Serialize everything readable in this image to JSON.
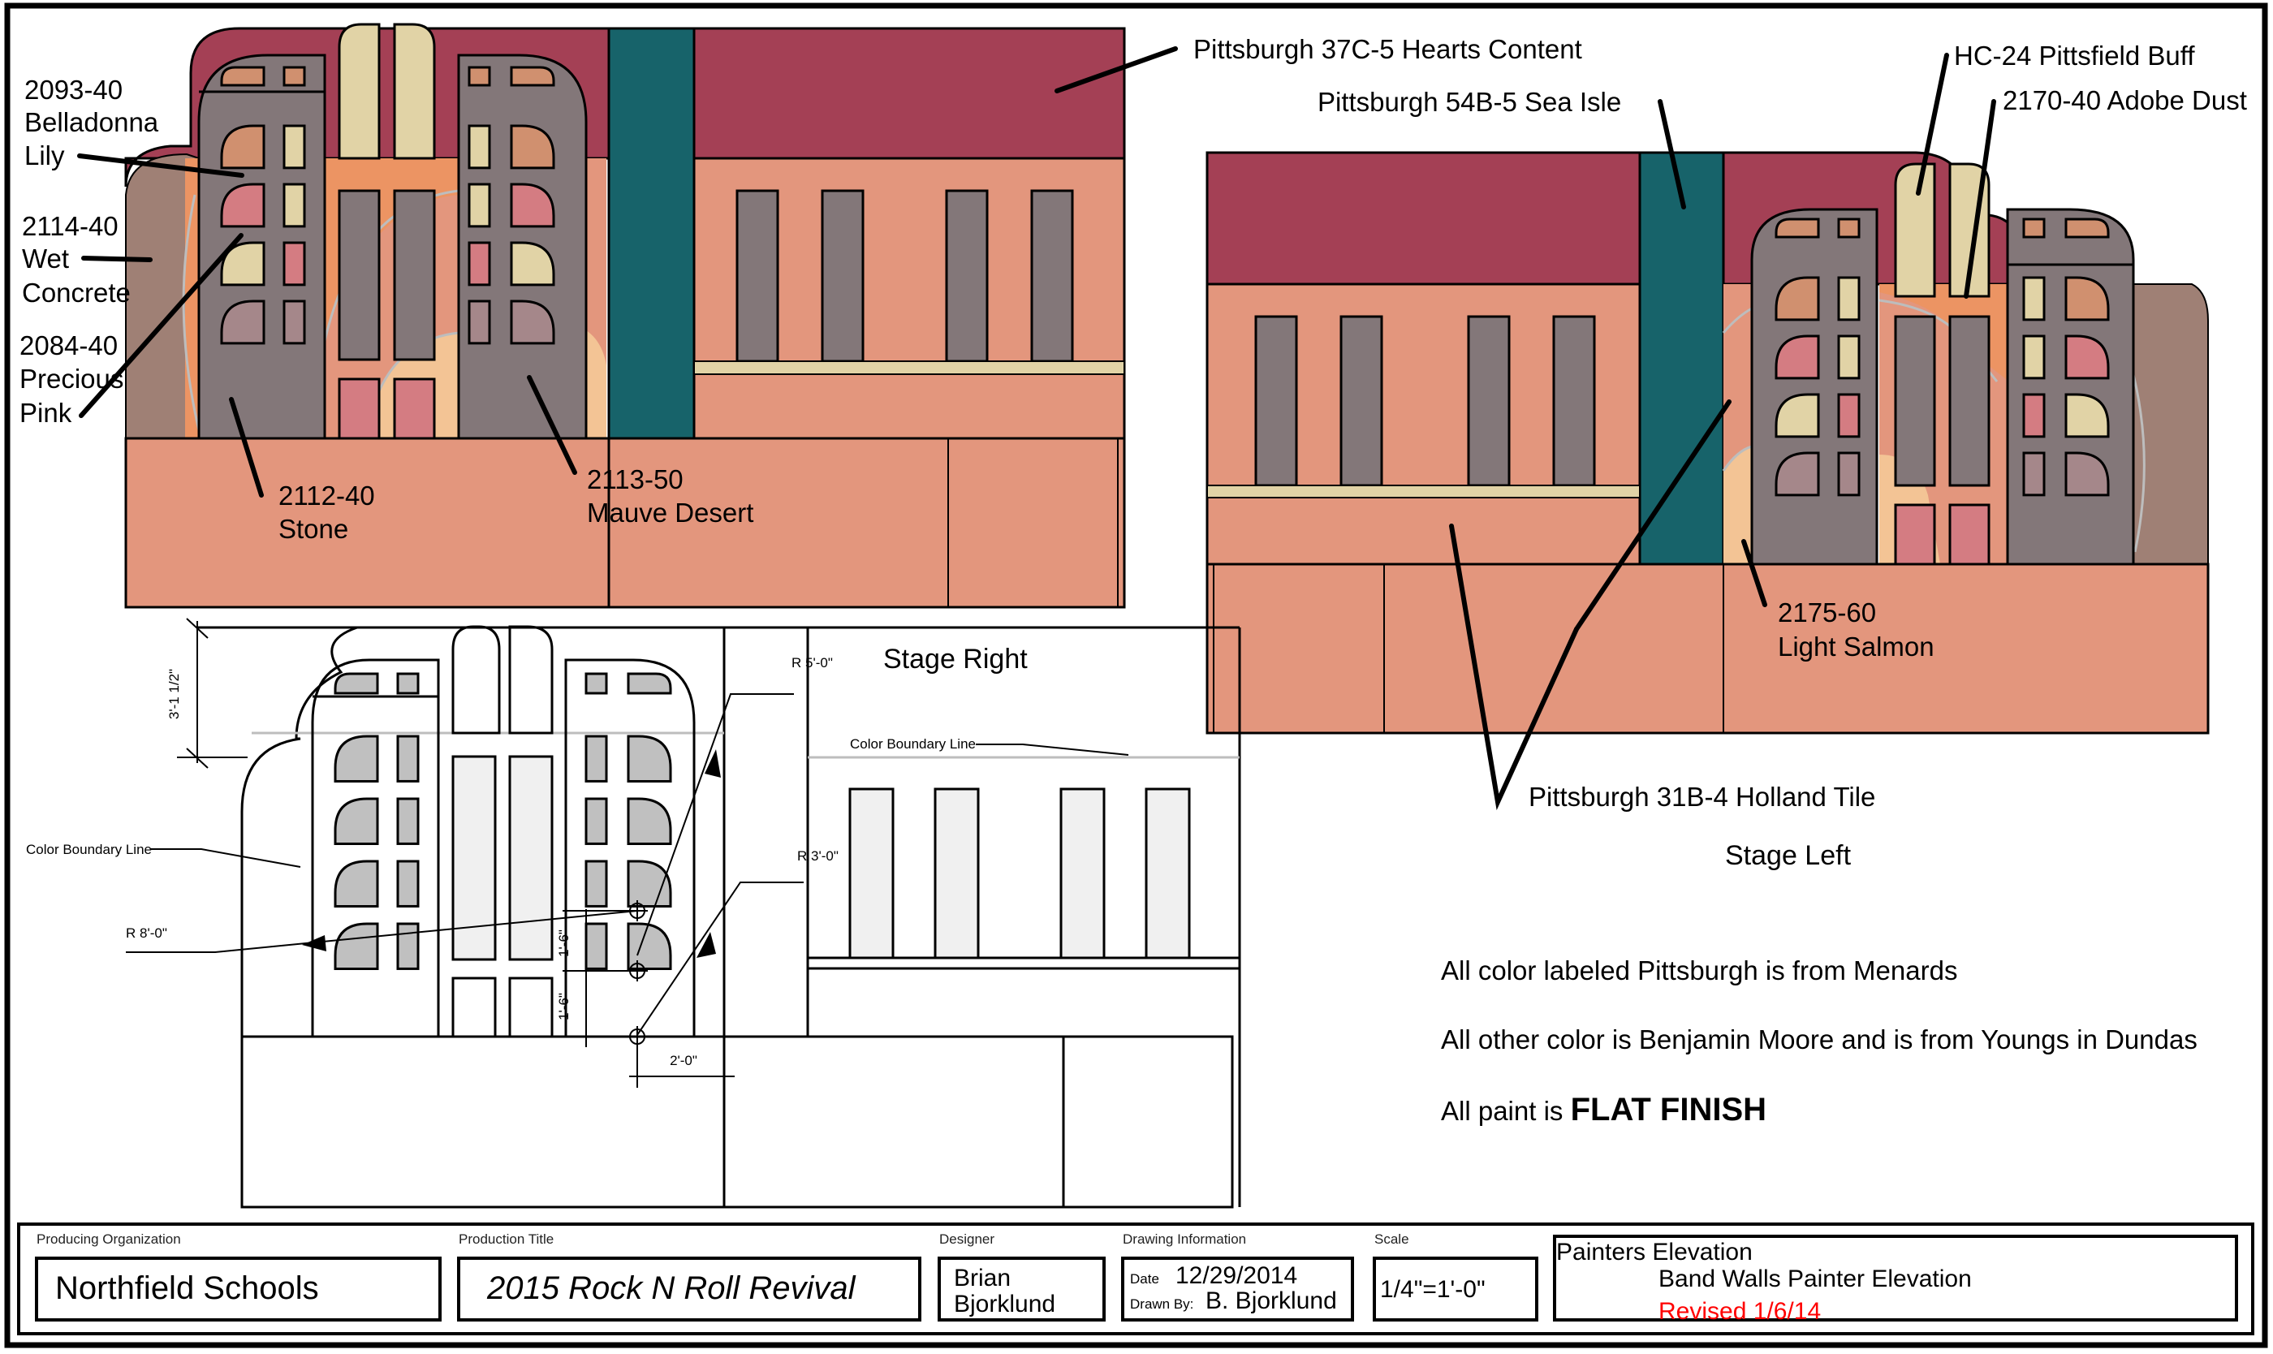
{
  "colors": {
    "hearts_content": "#a44055",
    "sea_isle": "#17636a",
    "holland_tile": "#e3967d",
    "stone": "#837779",
    "belladonna_lily": "#d0906f",
    "pittsfield_buff": "#e1d3a6",
    "precious_pink": "#d47c82",
    "mauve_desert": "#a5878a",
    "wet_concrete": "#9f8075",
    "adobe_dust": "#ec9463",
    "light_salmon": "#f3c495",
    "line_fill_gray": "#c0c0c0",
    "line_fill_light": "#f0f0f0",
    "revised_red": "#ff0000"
  },
  "color_labels": {
    "belladonna_code": "2093-40",
    "belladonna_name1": "Belladonna",
    "belladonna_name2": "Lily",
    "wet_concrete_code": "2114-40",
    "wet_concrete_name1": "Wet",
    "wet_concrete_name2": "Concrete",
    "precious_pink_code": "2084-40",
    "precious_pink_name1": "Precious",
    "precious_pink_name2": "Pink",
    "stone_code": "2112-40",
    "stone_name": "Stone",
    "mauve_desert_code": "2113-50",
    "mauve_desert_name": "Mauve Desert",
    "hearts_content": "Pittsburgh  37C-5 Hearts Content",
    "sea_isle": "Pittsburgh 54B-5  Sea Isle",
    "pittsfield_buff": "HC-24 Pittsfield Buff",
    "adobe_dust": "2170-40 Adobe Dust",
    "light_salmon_code": "2175-60",
    "light_salmon_name": "Light Salmon",
    "holland_tile": "Pittsburgh 31B-4  Holland Tile"
  },
  "drafting": {
    "stage_right": "Stage Right",
    "stage_left": "Stage Left",
    "color_boundary_left": "Color Boundary Line",
    "color_boundary_right": "Color Boundary Line",
    "dim_height": "3'-1 1/2\"",
    "radius_8": "R 8'-0\"",
    "radius_5": "R 5'-0\"",
    "radius_3": "R 3'-0\"",
    "dim_1_6_a": "1'-6\"",
    "dim_1_6_b": "1'-6\"",
    "dim_2_0": "2'-0\""
  },
  "notes": {
    "menards": "All color labeled Pittsburgh is from Menards",
    "benjamin_moore": "All other color is Benjamin Moore and is from Youngs in Dundas",
    "paint_prefix": "All paint is ",
    "paint_finish": "FLAT FINISH"
  },
  "title_block": {
    "org_header": "Producing Organization",
    "org_value": "Northfield Schools",
    "title_header": "Production Title",
    "title_value": "2015 Rock N Roll Revival",
    "designer_header": "Designer",
    "designer_line1": "Brian",
    "designer_line2": "Bjorklund",
    "drawing_header": "Drawing Information",
    "date_label": "Date",
    "date_value": "12/29/2014",
    "drawn_by_label": "Drawn By:",
    "drawn_by_value": "B. Bjorklund",
    "scale_header": "Scale",
    "scale_value": "1/4\"=1'-0\"",
    "sheet_type": "Painters Elevation",
    "sheet_title": "Band Walls Painter Elevation",
    "revision": "Revised 1/6/14"
  }
}
